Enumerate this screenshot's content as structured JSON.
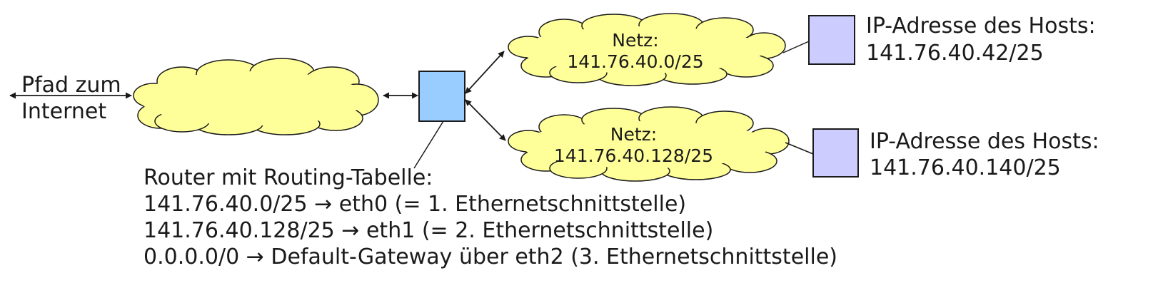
{
  "internet_path": {
    "line1": "Pfad zum",
    "line2": "Internet"
  },
  "networks": [
    {
      "label": "Netz:",
      "address": "141.76.40.0/25"
    },
    {
      "label": "Netz:",
      "address": "141.76.40.128/25"
    }
  ],
  "hosts": [
    {
      "label": "IP-Adresse des Hosts:",
      "address": "141.76.40.42/25"
    },
    {
      "label": "IP-Adresse des Hosts:",
      "address": "141.76.40.140/25"
    }
  ],
  "router": {
    "title": "Router mit Routing-Tabelle:",
    "routes": [
      "141.76.40.0/25 → eth0 (= 1. Ethernetschnittstelle)",
      "141.76.40.128/25 → eth1 (= 2. Ethernetschnittstelle)",
      "0.0.0.0/0 → Default-Gateway über eth2 (3. Ethernetschnittstelle)"
    ]
  },
  "colors": {
    "cloud_fill": "#ffff99",
    "router_fill": "#99ccff",
    "host_fill": "#ccccff",
    "stroke": "#1a1a1a"
  }
}
